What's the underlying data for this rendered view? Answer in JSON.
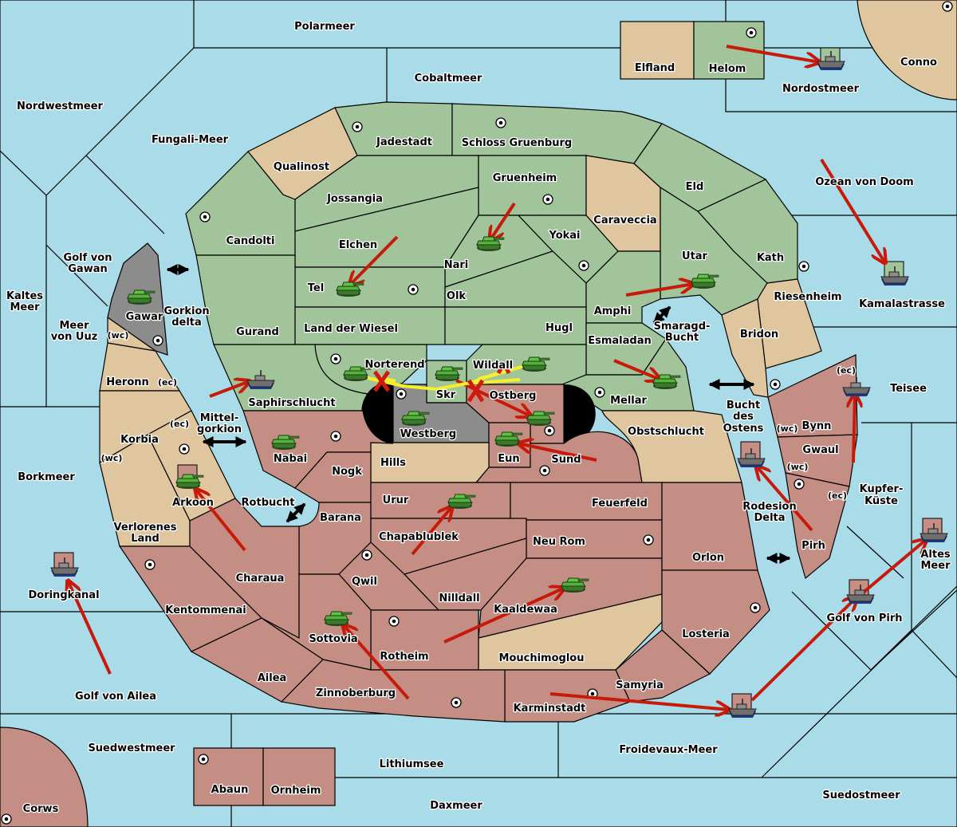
{
  "map": {
    "colors": {
      "sea": "#a9dce8",
      "power_green": "#a2c49a",
      "neutral_tan": "#e0c69f",
      "power_red": "#c48e85",
      "power_grey": "#8c8c8c",
      "order_arrow": "#c81a0a",
      "support_line": "#f5f02a"
    },
    "seas": [
      {
        "name": "Polarmeer"
      },
      {
        "name": "Cobaltmeer"
      },
      {
        "name": "Nordwestmeer"
      },
      {
        "name": "Fungali-Meer"
      },
      {
        "name": "Nordostmeer"
      },
      {
        "name": "Ozean von Doom"
      },
      {
        "name": "Kamalastrasse"
      },
      {
        "name": "Teisee"
      },
      {
        "name": "Kupfer-Küste"
      },
      {
        "name": "Altes Meer"
      },
      {
        "name": "Golf von Pirh"
      },
      {
        "name": "Suedostmeer"
      },
      {
        "name": "Froidevaux-Meer"
      },
      {
        "name": "Daxmeer"
      },
      {
        "name": "Lithiumsee"
      },
      {
        "name": "Suedwestmeer"
      },
      {
        "name": "Golf von Ailea"
      },
      {
        "name": "Doringkanal"
      },
      {
        "name": "Borkmeer"
      },
      {
        "name": "Kaltes Meer"
      },
      {
        "name": "Meer von Uuz"
      },
      {
        "name": "Golf von Gawan"
      },
      {
        "name": "Gorkion delta"
      },
      {
        "name": "Mittel-gorkion"
      },
      {
        "name": "Rotbucht"
      },
      {
        "name": "Smaragd-Bucht"
      },
      {
        "name": "Bucht des Ostens"
      },
      {
        "name": "Rodesion Delta"
      }
    ],
    "territories": {
      "green": [
        "Jadestadt",
        "Schloss Gruenburg",
        "Candolti",
        "Jossangia",
        "Gruenheim",
        "Eld",
        "Elchen",
        "Yokai",
        "Nari",
        "Tel",
        "Olk",
        "Utar",
        "Kath",
        "Amphi",
        "Gurand",
        "Land der Wiesel",
        "Hugl",
        "Esmaladan",
        "Norterend",
        "Skr",
        "Wildall",
        "Saphirschlucht",
        "Mellar",
        "Helom"
      ],
      "tan": [
        "Qualinost",
        "Caraveccia",
        "Riesenheim",
        "Bridon",
        "Heronn",
        "Korbia",
        "Arkoon",
        "Verlorenes Land",
        "Hills",
        "Obstschlucht",
        "Mouchimoglou",
        "Elfland",
        "Conno"
      ],
      "red": [
        "Ostberg",
        "Eun",
        "Sund",
        "Nabai",
        "Nogk",
        "Barana",
        "Urur",
        "Feuerfeld",
        "Chapablublek",
        "Neu Rom",
        "Qwil",
        "Nilldall",
        "Kaaldewaa",
        "Charaua",
        "Kentommenai",
        "Sottovia",
        "Rotheim",
        "Orlon",
        "Losteria",
        "Ailea",
        "Zinnoberburg",
        "Samyria",
        "Karminstadt",
        "Bynn",
        "Gwaul",
        "Pirh",
        "Abaun",
        "Ornheim",
        "Corws"
      ],
      "grey": [
        "Gawar",
        "Westberg"
      ]
    },
    "coast_tags": {
      "wc": "(wc)",
      "ec": "(ec)"
    },
    "units": {
      "armies": [
        "Gawar",
        "Tel",
        "Nari",
        "Utar",
        "Mellar",
        "Norterend",
        "Skr",
        "Wildall",
        "Westberg",
        "Ostberg",
        "Eun",
        "Nabai",
        "Arkoon",
        "Urur",
        "Kaaldewaa",
        "Sottovia"
      ],
      "fleets": [
        "Nordostmeer",
        "Kamalastrasse",
        "Saphirschlucht",
        "Teisee",
        "Bucht des Ostens",
        "Doringkanal",
        "Golf von Pirh",
        "Altes Meer",
        "Froidevaux-Meer"
      ]
    },
    "icons": {
      "supply_center": "supply-center-icon",
      "army": "tank-icon",
      "fleet": "ship-icon",
      "move_order": "red-arrow-icon",
      "support": "yellow-support-line",
      "failed": "red-x-icon",
      "canal": "double-arrow-icon"
    }
  }
}
